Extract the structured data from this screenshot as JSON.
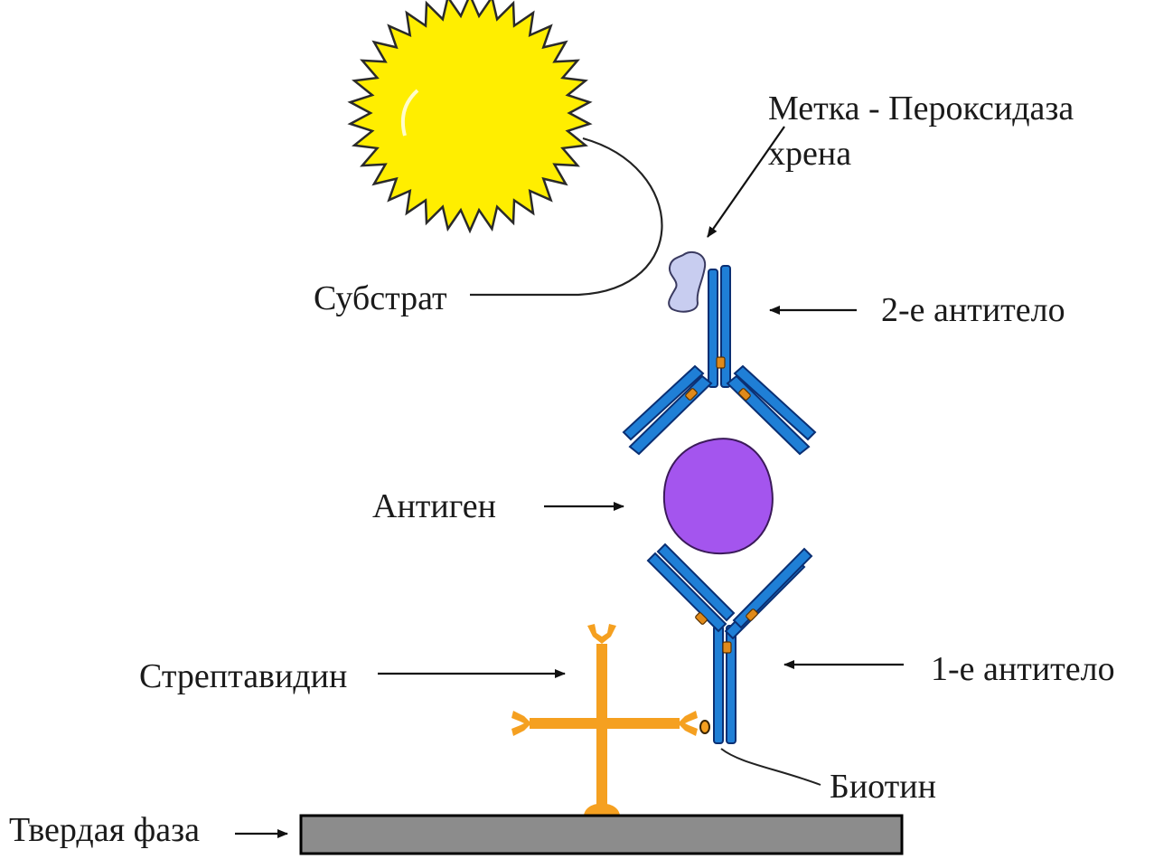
{
  "labels": {
    "label_line1": "Метка - Пероксидаза",
    "label_line2": "хрена",
    "substrate": "Субстрат",
    "antibody2": "2-е антитело",
    "antigen": "Антиген",
    "streptavidin": "Стрептавидин",
    "antibody1": "1-е антитело",
    "biotin": "Биотин",
    "solid_phase": "Твердая фаза"
  },
  "colors": {
    "sun": "#ffee00",
    "sun_outline": "#2a2a2a",
    "enzyme": "#c8cdf0",
    "antibody": "#1f7fd6",
    "hinge": "#e08a1a",
    "antigen": "#a455ee",
    "streptavidin": "#f5a020",
    "solid_phase": "#8c8c8c"
  }
}
